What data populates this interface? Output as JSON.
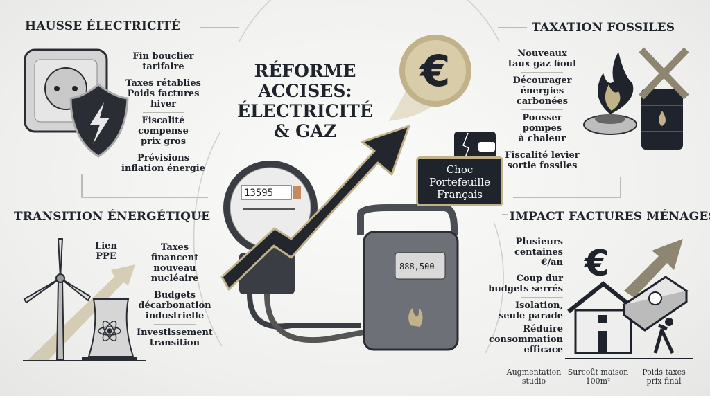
{
  "title": "RÉFORME ACCISES: ÉLECTRICITÉ & GAZ",
  "title_lines": [
    "RÉFORME",
    "ACCISES:",
    "ÉLECTRICITÉ",
    "& GAZ"
  ],
  "colors": {
    "accent_gold": "#c2b28a",
    "dark": "#1f232b",
    "background": "#f0f0ee"
  },
  "center": {
    "electric_meter_reading": "13595",
    "electric_meter_digits_accent": "12",
    "gas_meter_reading": "888,500",
    "wallet_badge": [
      "Choc",
      "Portefeuille",
      "Français"
    ],
    "icons": [
      "euro-coin-icon",
      "rising-arrow-icon",
      "electric-meter-icon",
      "gas-meter-icon",
      "broken-wallet-icon"
    ]
  },
  "sections": {
    "hausse": {
      "title": "HAUSSE ÉLECTRICITÉ",
      "items": [
        [
          "Fin bouclier",
          "tarifaire"
        ],
        [
          "Taxes rétablies"
        ],
        [
          "Poids factures",
          "hiver"
        ],
        [
          "Fiscalité",
          "compense",
          "prix gros"
        ],
        [
          "Prévisions",
          "inflation énergie"
        ]
      ],
      "icons": [
        "power-socket-icon",
        "broken-shield-icon"
      ]
    },
    "taxation": {
      "title": "TAXATION FOSSILES",
      "items": [
        [
          "Nouveaux",
          "taux gaz fioul"
        ],
        [
          "Décourager",
          "énergies",
          "carbonées"
        ],
        [
          "Pousser",
          "pompes",
          "à chaleur"
        ],
        [
          "Fiscalité levier",
          "sortie fossiles"
        ]
      ],
      "icons": [
        "gas-flame-icon",
        "oil-barrel-icon",
        "cross-icon"
      ]
    },
    "transition": {
      "title": "TRANSITION ÉNERGÉTIQUE",
      "label": [
        "Lien",
        "PPE"
      ],
      "items": [
        [
          "Taxes",
          "financent",
          "nouveau",
          "nucléaire"
        ],
        [
          "Budgets",
          "décarbonation",
          "industrielle"
        ],
        [
          "Investissement",
          "transition"
        ]
      ],
      "icons": [
        "wind-turbine-icon",
        "cooling-tower-icon",
        "atom-icon"
      ]
    },
    "impact": {
      "title": "IMPACT FACTURES MÉNAGES",
      "items": [
        [
          "Plusieurs",
          "centaines",
          "€/an"
        ],
        [
          "Coup dur",
          "budgets serrés"
        ],
        [
          "Isolation,",
          "seule parade"
        ],
        [
          "Réduire",
          "consommation",
          "efficace"
        ]
      ],
      "captions": [
        [
          "Augmentation",
          "studio"
        ],
        [
          "Surcoût maison",
          "100m²"
        ],
        [
          "Poids taxes",
          "prix final"
        ]
      ],
      "icons": [
        "euro-icon",
        "house-icon",
        "money-stack-icon",
        "burdened-person-icon"
      ]
    }
  }
}
